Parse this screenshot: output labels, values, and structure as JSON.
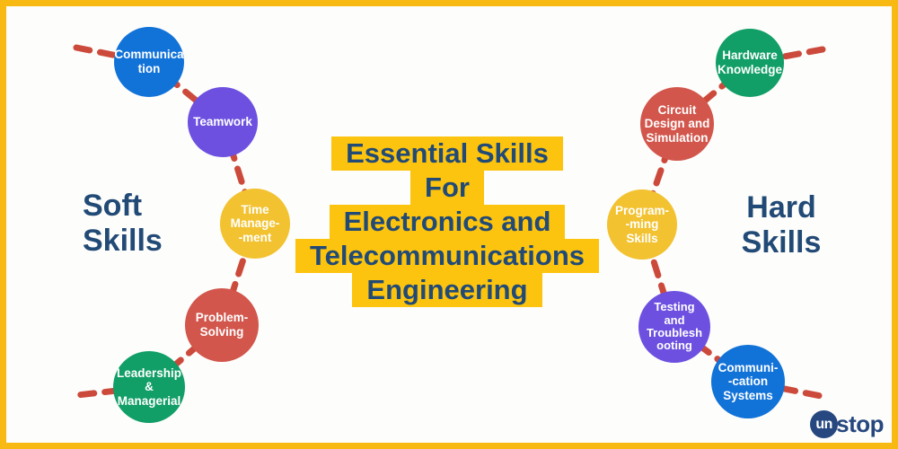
{
  "title": {
    "lines": [
      "Essential Skills",
      "For",
      "Electronics and",
      "Telecommunications",
      "Engineering"
    ]
  },
  "sides": {
    "left": {
      "label": "Soft\nSkills"
    },
    "right": {
      "label": "Hard\nSkills"
    }
  },
  "skills": {
    "soft": [
      {
        "label": "Communica\ntion",
        "color": "#1172d8"
      },
      {
        "label": "Teamwork",
        "color": "#6d50e0"
      },
      {
        "label": "Time\nManage-\n-ment",
        "color": "#f2c230"
      },
      {
        "label": "Problem-\nSolving",
        "color": "#d2564c"
      },
      {
        "label": "Leadership\n&\nManagerial",
        "color": "#119e67"
      }
    ],
    "hard": [
      {
        "label": "Hardware\nKnowledge",
        "color": "#119e67"
      },
      {
        "label": "Circuit\nDesign and\nSimulation",
        "color": "#d2564c"
      },
      {
        "label": "Program-\n-ming\nSkills",
        "color": "#f2c230"
      },
      {
        "label": "Testing\nand\nTroublesh\nooting",
        "color": "#6d50e0"
      },
      {
        "label": "Communi-\n-cation\nSystems",
        "color": "#1172d8"
      }
    ]
  },
  "branding": {
    "logo_prefix": "un",
    "logo_suffix": "stop"
  },
  "colors": {
    "frame_border": "#f8ba12",
    "title_highlight": "#fcc40e",
    "title_text": "#224a76",
    "side_label_text": "#224a76",
    "connector": "#cc4a3b",
    "circle_text": "#ffffff",
    "logo_navy": "#26477f",
    "background": "#fdfdfb"
  }
}
